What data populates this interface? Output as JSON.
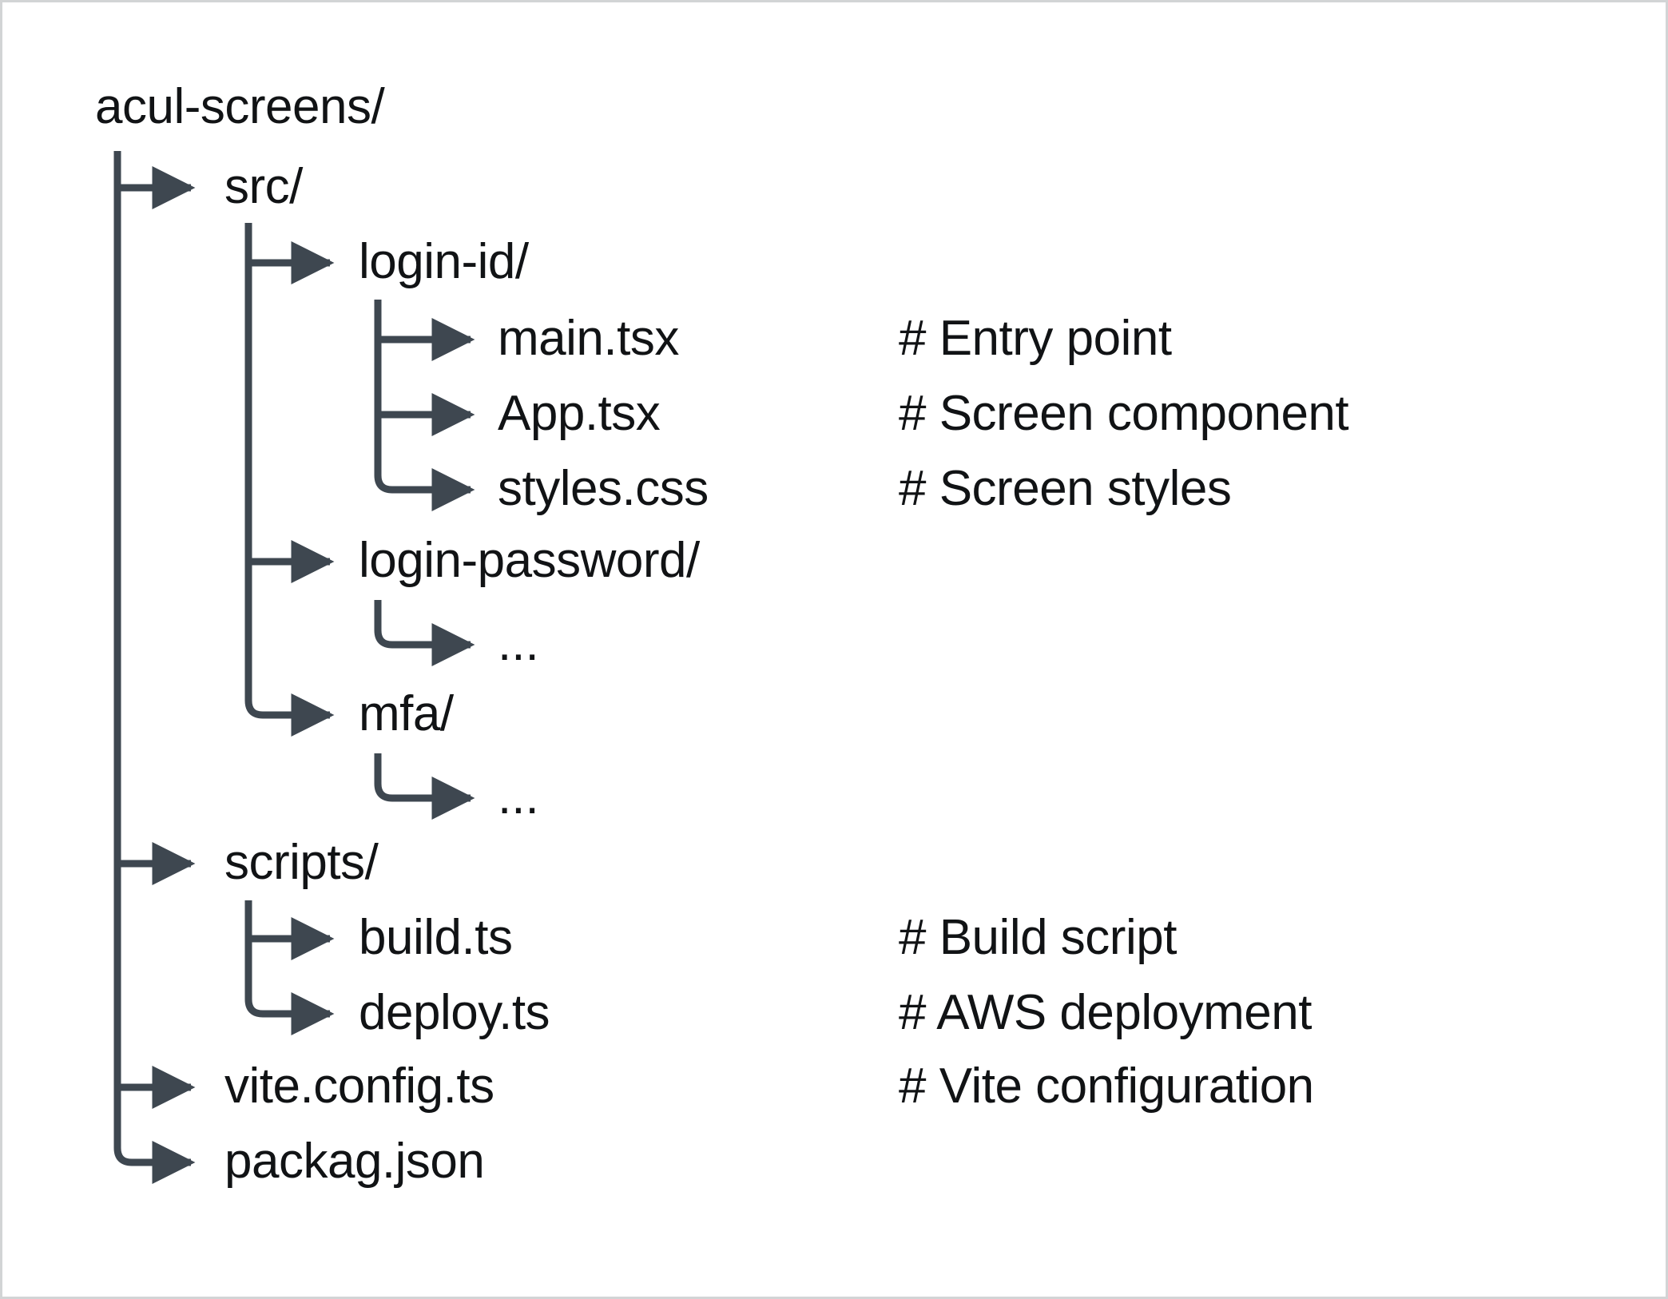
{
  "diagram": {
    "title": "acul-screens project folder tree",
    "type": "file-tree",
    "colors": {
      "background": "#ffffff",
      "border": "#d2d4d5",
      "text": "#111315",
      "connector": "#3e4750"
    },
    "root": {
      "label": "acul-screens/",
      "comment": ""
    },
    "nodes": [
      {
        "label": "src/",
        "comment": "",
        "depth": 1,
        "kind": "folder"
      },
      {
        "label": "login-id/",
        "comment": "",
        "depth": 2,
        "kind": "folder"
      },
      {
        "label": "main.tsx",
        "comment": "# Entry point",
        "depth": 3,
        "kind": "file"
      },
      {
        "label": "App.tsx",
        "comment": "# Screen component",
        "depth": 3,
        "kind": "file"
      },
      {
        "label": "styles.css",
        "comment": "# Screen styles",
        "depth": 3,
        "kind": "file"
      },
      {
        "label": "login-password/",
        "comment": "",
        "depth": 2,
        "kind": "folder"
      },
      {
        "label": "...",
        "comment": "",
        "depth": 3,
        "kind": "ellipsis"
      },
      {
        "label": "mfa/",
        "comment": "",
        "depth": 2,
        "kind": "folder"
      },
      {
        "label": "...",
        "comment": "",
        "depth": 3,
        "kind": "ellipsis"
      },
      {
        "label": "scripts/",
        "comment": "",
        "depth": 1,
        "kind": "folder"
      },
      {
        "label": "build.ts",
        "comment": "# Build script",
        "depth": 2,
        "kind": "file"
      },
      {
        "label": "deploy.ts",
        "comment": "# AWS deployment",
        "depth": 2,
        "kind": "file"
      },
      {
        "label": "vite.config.ts",
        "comment": "# Vite configuration",
        "depth": 1,
        "kind": "file"
      },
      {
        "label": "packag.json",
        "comment": "",
        "depth": 1,
        "kind": "file"
      }
    ]
  }
}
